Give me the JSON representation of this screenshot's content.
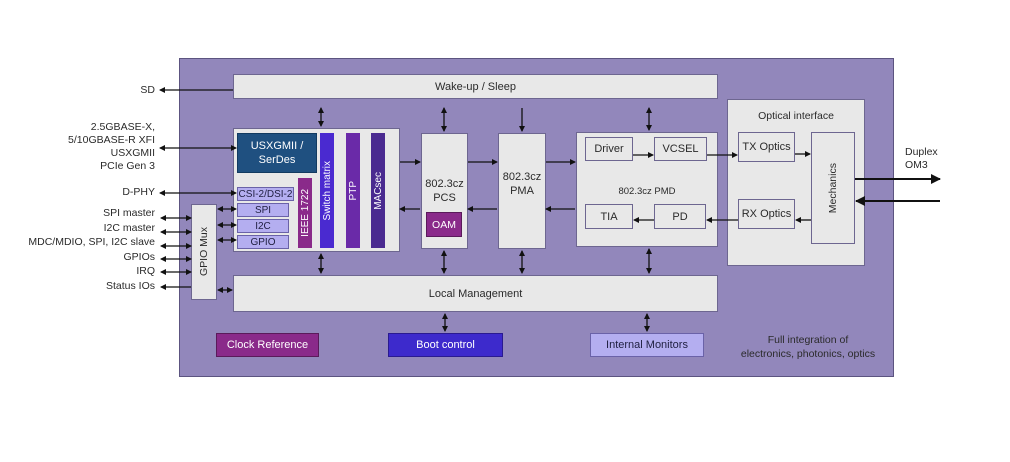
{
  "external_signals": {
    "sd": "SD",
    "serdes_lines": [
      "2.5GBASE-X,",
      "5/10GBASE-R XFI",
      "USXGMII",
      "PCIe Gen 3"
    ],
    "dphy": "D-PHY",
    "spi_master": "SPI master",
    "i2c_master": "I2C master",
    "slave": "MDC/MDIO, SPI, I2C  slave",
    "gpios": "GPIOs",
    "irq": "IRQ",
    "status_ios": "Status IOs",
    "duplex_lines": [
      "Duplex",
      "OM3"
    ]
  },
  "blocks": {
    "wake_sleep": "Wake-up / Sleep",
    "gpio_mux": "GPIO Mux",
    "usxgmii": [
      "USXGMII /",
      "SerDes"
    ],
    "csi_dsi": "CSI-2/DSI-2",
    "spi": "SPI",
    "i2c": "I2C",
    "gpio": "GPIO",
    "ieee1722": "IEEE 1722",
    "switch_matrix": "Switch matrix",
    "ptp": "PTP",
    "macsec": "MACsec",
    "pcs": [
      "802.3cz",
      "PCS"
    ],
    "oam": "OAM",
    "pma": [
      "802.3cz",
      "PMA"
    ],
    "pmd": {
      "title": "802.3cz PMD",
      "driver": "Driver",
      "vcsel": "VCSEL",
      "tia": "TIA",
      "pd": "PD"
    },
    "optical": {
      "title": "Optical  interface",
      "tx": "TX Optics",
      "rx": "RX Optics",
      "mechanics": "Mechanics"
    },
    "local_mgmt": "Local Management",
    "clock_ref": "Clock Reference",
    "boot_control": "Boot control",
    "internal_monitors": "Internal Monitors",
    "footer_note": [
      "Full integration of",
      "electronics, photonics, optics"
    ]
  },
  "colors": {
    "chip_bg": "#9287bb",
    "usxgmii": "#1f5080",
    "ieee1722": "#8a2a8a",
    "switch_matrix": "#4a2ad0",
    "ptp": "#6a2aa8",
    "macsec": "#4a2a90",
    "oam": "#8a2a8a",
    "clock_ref": "#8a2a8a",
    "boot_control": "#3d2acc",
    "internal_monitors": "#b4aef0"
  }
}
